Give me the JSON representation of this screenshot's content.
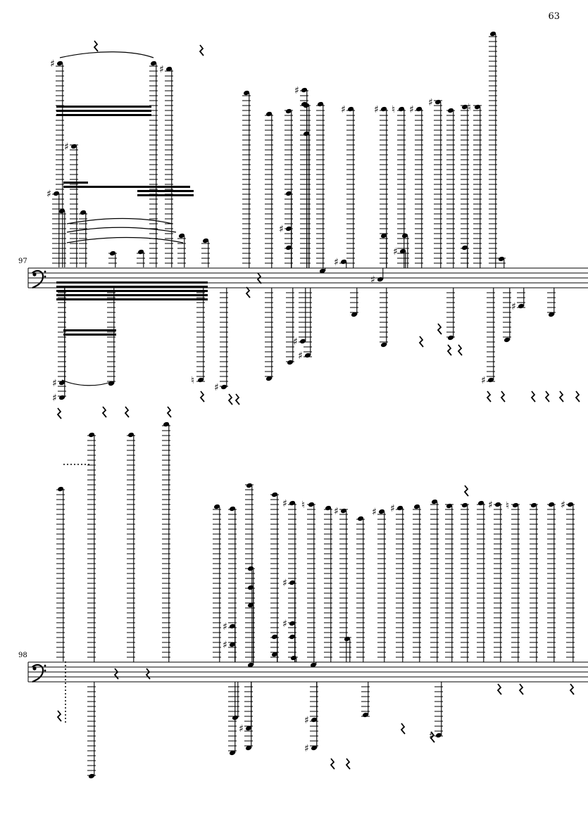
{
  "page": {
    "number": "63"
  },
  "systems": [
    {
      "measure_number": "97",
      "clef": "bass"
    },
    {
      "measure_number": "98",
      "clef": "bass"
    }
  ]
}
